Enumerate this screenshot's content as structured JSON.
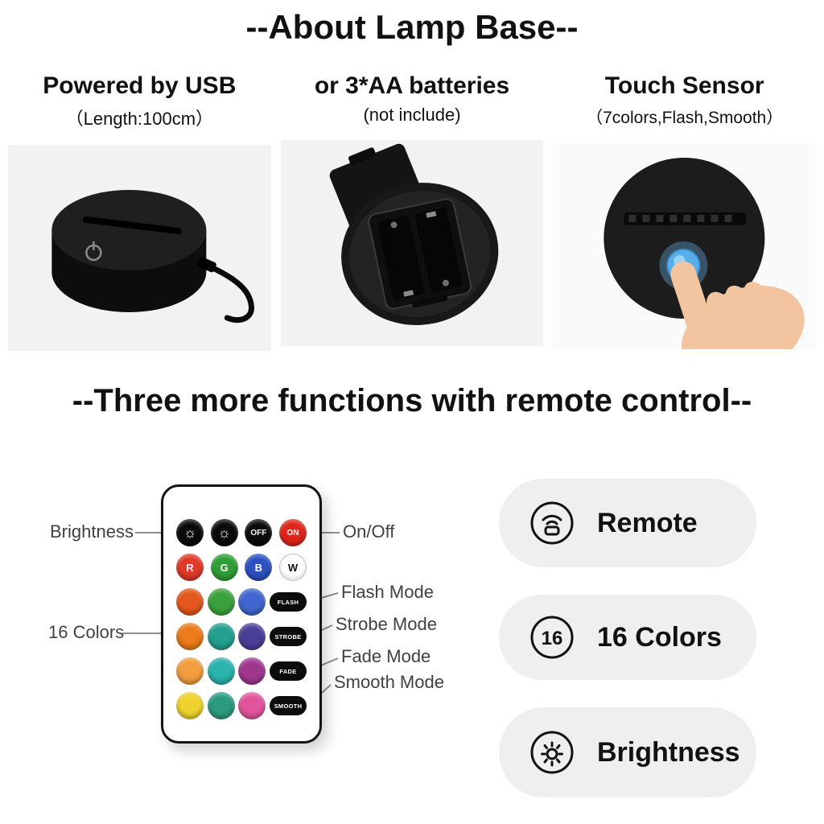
{
  "page": {
    "title": "--About Lamp Base--",
    "section2_title": "--Three more functions with remote control--"
  },
  "columns": [
    {
      "heading": "Powered by USB",
      "subheading": "（Length:100cm）"
    },
    {
      "heading": "or 3*AA batteries",
      "subheading": "(not include)"
    },
    {
      "heading": "Touch Sensor",
      "subheading": "（7colors,Flash,Smooth）"
    }
  ],
  "remote": {
    "row1": [
      {
        "label": "☼",
        "bg": "#0a0a0a",
        "fg": "#ffffff"
      },
      {
        "label": "☼",
        "bg": "#0a0a0a",
        "fg": "#ffffff"
      },
      {
        "label": "OFF",
        "bg": "#0a0a0a",
        "fg": "#ffffff"
      },
      {
        "label": "ON",
        "bg": "#e0251c",
        "fg": "#ffffff"
      }
    ],
    "row2": [
      {
        "label": "R",
        "bg": "#e03a28",
        "fg": "#ffffff"
      },
      {
        "label": "G",
        "bg": "#2f9e36",
        "fg": "#ffffff"
      },
      {
        "label": "B",
        "bg": "#2c50c0",
        "fg": "#ffffff"
      },
      {
        "label": "W",
        "bg": "#ffffff",
        "fg": "#111111"
      }
    ],
    "color_rows": [
      {
        "colors": [
          "#e2581e",
          "#3aa23c",
          "#3f66cf"
        ],
        "mode": "FLASH"
      },
      {
        "colors": [
          "#ec7b1b",
          "#23a08f",
          "#4a3f97"
        ],
        "mode": "STROBE"
      },
      {
        "colors": [
          "#f29d3e",
          "#2bb3ae",
          "#a0378f"
        ],
        "mode": "FADE"
      },
      {
        "colors": [
          "#efd22f",
          "#2b9b7e",
          "#e2549b"
        ],
        "mode": "SMOOTH"
      }
    ]
  },
  "callouts": {
    "left": [
      {
        "label": "Brightness"
      },
      {
        "label": "16 Colors"
      }
    ],
    "right": [
      {
        "label": "On/Off"
      },
      {
        "label": "Flash Mode"
      },
      {
        "label": "Strobe Mode"
      },
      {
        "label": "Fade Mode"
      },
      {
        "label": "Smooth Mode"
      }
    ]
  },
  "badges": [
    {
      "icon": "remote-icon",
      "label": "Remote"
    },
    {
      "icon": "sixteen-icon",
      "icon_text": "16",
      "label": "16 Colors"
    },
    {
      "icon": "brightness-icon",
      "label": "Brightness"
    }
  ],
  "colors": {
    "touch_button_blue": "#57aee8",
    "badge_background": "#efefef",
    "photo_background": "#f2f2f2"
  }
}
